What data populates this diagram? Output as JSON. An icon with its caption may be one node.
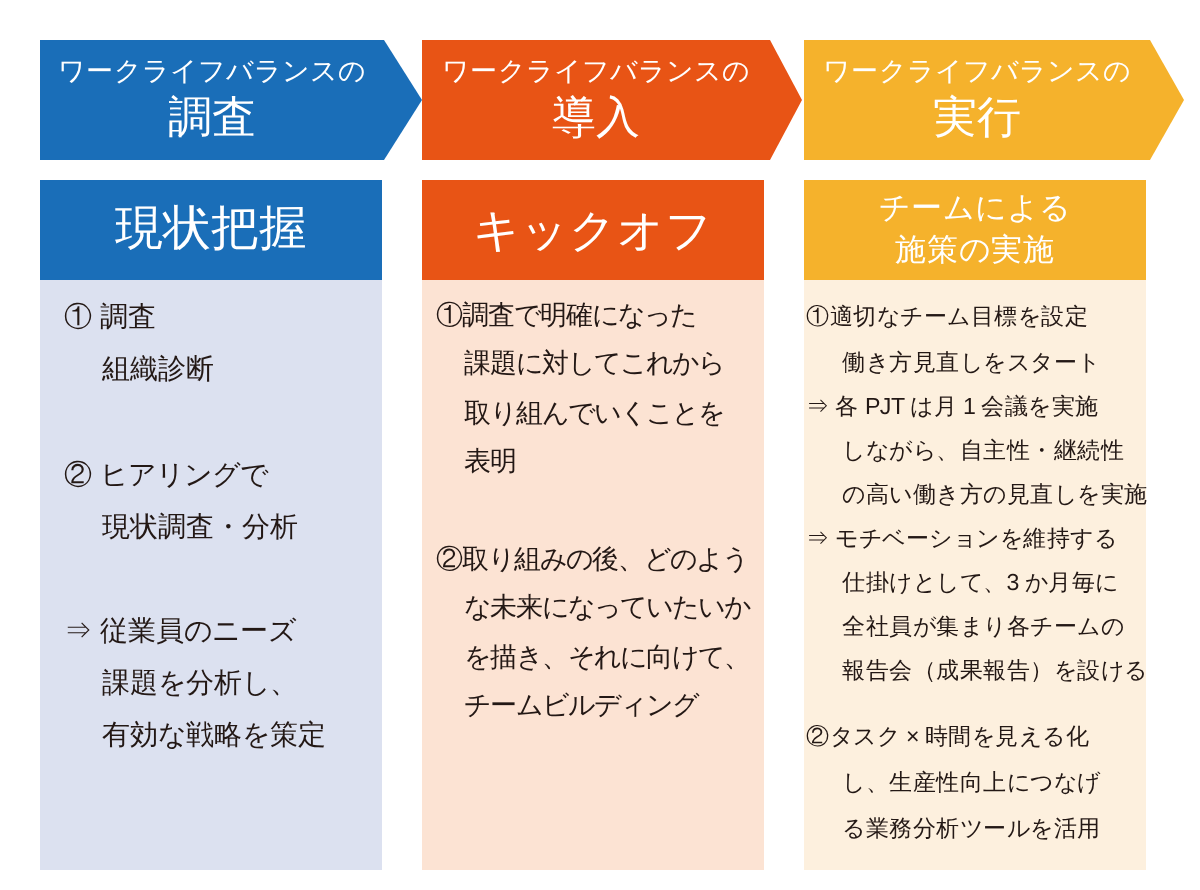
{
  "diagram": {
    "nodes": [
      {
        "text": [
          "ワークライフバランスの",
          "調査"
        ]
      },
      {
        "text": [
          "ワークライフバランスの",
          "導入"
        ]
      },
      {
        "text": [
          "ワークライフバランスの",
          "実行"
        ]
      },
      {
        "text": [
          "現状把握",
          "① 調査組織診断",
          "② ヒアリングで現状調査・分析",
          "⇒ 従業員のニーズ課題を分析し、有効な戦略を策定"
        ]
      },
      {
        "text": [
          "キックオフ",
          "①調査で明確になった課題に対してこれから取り組んでいくことを表明",
          "②取り組みの後、どのような未来になっていたいかを描き、それに向けて、チームビルディング"
        ]
      },
      {
        "text": [
          "チームによる施策の実施",
          "①適切なチーム目標を設定働き方見直しをスタート",
          "⇒ 各 PJT は月 1 会議を実施しながら、自主性・継続性の高い働き方の見直しを実施",
          "⇒ モチベーションを維持する仕掛けとして、3 か月毎に全社員が集まり各チームの報告会（成果報告）を設ける",
          "②タスク × 時間を見える化し、生産性向上につなげる業務分析ツールを活用"
        ]
      }
    ]
  }
}
